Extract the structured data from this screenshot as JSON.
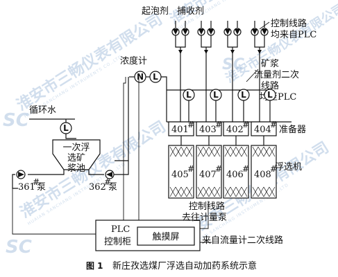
{
  "labels": {
    "frother": "起泡剂",
    "collector": "捕收剂",
    "control_line_top": "控制线路",
    "to_plc_top": "均来自PLC",
    "density_meter": "浓度计",
    "slurry_flow_1": "矿浆",
    "slurry_flow_2": "流量剂二次",
    "slurry_flow_3": "线路",
    "slurry_flow_4": "均至PLC",
    "circulating_water": "循环水",
    "tank_line1": "一次浮",
    "tank_line2": "选矿",
    "tank_line3": "浆池",
    "pump_361": "361",
    "pump_362": "362",
    "pump_suffix": "泵",
    "preparer": "准备器",
    "flotation_machine": "浮选机",
    "plc_line1": "PLC",
    "plc_line2": "控制柜",
    "touchscreen": "触摸屏",
    "control_line_bottom1": "控制线路",
    "control_line_bottom2": "去往计量泵",
    "from_flowmeter": "来自流量计二次线路",
    "valve_N": "N",
    "valve_L": "L",
    "superscript": "#"
  },
  "preparers": [
    "401",
    "403",
    "402",
    "404"
  ],
  "flotation_cells": [
    "405",
    "407",
    "406",
    "408"
  ],
  "caption": {
    "prefix": "图 1",
    "text": "新庄孜选煤厂浮选自动加药系统示意"
  },
  "watermark": {
    "cn": "淮安市三畅仪表有限公司",
    "en": "HUAIAN SANCHANG INSTRUMENTS CO.,LTD",
    "logo": "SC"
  }
}
